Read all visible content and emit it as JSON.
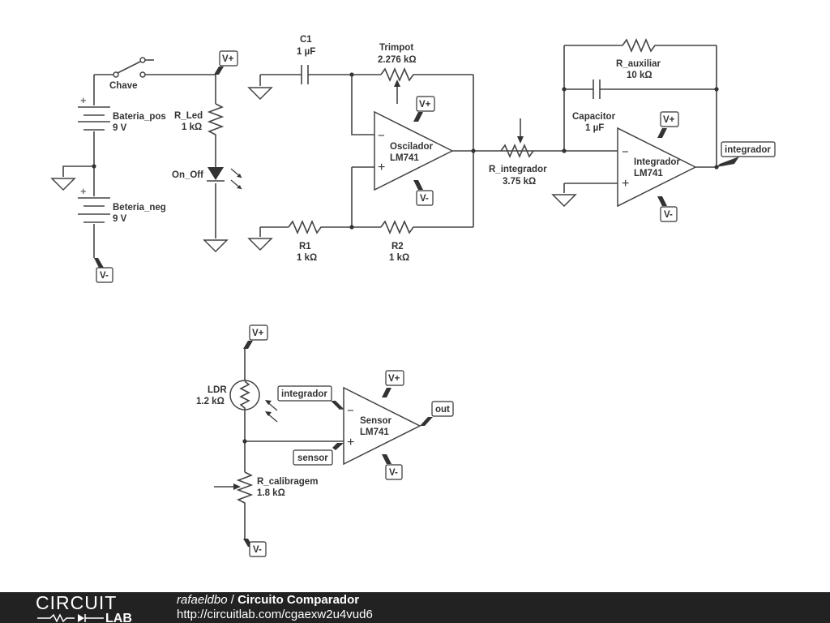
{
  "labels": {
    "chave": "Chave",
    "bateria_pos": "Bateria_pos",
    "bateria_pos_value": "9 V",
    "beteria_neg": "Beteria_neg",
    "beteria_neg_value": "9 V",
    "r_led": "R_Led",
    "r_led_value": "1 kΩ",
    "on_off": "On_Off",
    "c1": "C1",
    "c1_value": "1 µF",
    "trimpot": "Trimpot",
    "trimpot_value": "2.276 kΩ",
    "oscilador": "Oscilador",
    "oscilador_model": "LM741",
    "r1": "R1",
    "r1_value": "1 kΩ",
    "r2": "R2",
    "r2_value": "1 kΩ",
    "r_integrador": "R_integrador",
    "r_integrador_value": "3.75 kΩ",
    "r_auxiliar": "R_auxiliar",
    "r_auxiliar_value": "10 kΩ",
    "capacitor": "Capacitor",
    "capacitor_value": "1 µF",
    "integrador_amp": "Integrador",
    "integrador_model": "LM741",
    "ldr": "LDR",
    "ldr_value": "1.2 kΩ",
    "sensor_amp": "Sensor",
    "sensor_model": "LM741",
    "r_calibragem": "R_calibragem",
    "r_calibragem_value": "1.8 kΩ"
  },
  "tags": {
    "vplus": "V+",
    "vminus": "V-",
    "integrador": "integrador",
    "sensor": "sensor",
    "out": "out"
  },
  "opamp_signs": {
    "minus": "−",
    "plus": "+"
  },
  "battery_sign": "+",
  "footer": {
    "logo_top": "CIRCUIT",
    "logo_bottom": "LAB",
    "author": "rafaeldbo",
    "separator": " / ",
    "title": "Circuito Comparador",
    "url": "http://circuitlab.com/cgaexw2u4vud6"
  },
  "colors": {
    "wire": "#444444",
    "text": "#333333",
    "footer_bg": "#222222",
    "footer_text": "#ffffff"
  }
}
